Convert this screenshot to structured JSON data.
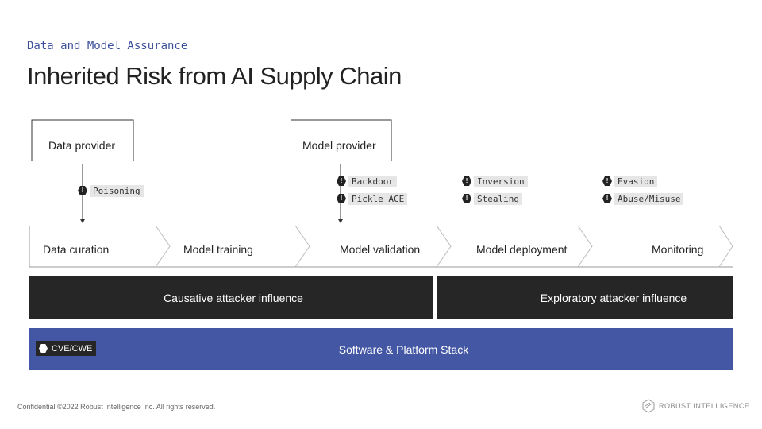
{
  "header": {
    "section": "Data and Model Assurance",
    "title": "Inherited Risk from AI Supply Chain"
  },
  "providers": [
    {
      "label": "Data provider"
    },
    {
      "label": "Model provider"
    }
  ],
  "threats": {
    "poisoning": "Poisoning",
    "backdoor": "Backdoor",
    "pickle": "Pickle ACE",
    "inversion": "Inversion",
    "stealing": "Stealing",
    "evasion": "Evasion",
    "abuse": "Abuse/Misuse",
    "cve": "CVE/CWE"
  },
  "stages": [
    "Data curation",
    "Model training",
    "Model validation",
    "Model deployment",
    "Monitoring"
  ],
  "bars": {
    "causative": "Causative attacker influence",
    "exploratory": "Exploratory attacker influence",
    "stack": "Software & Platform Stack"
  },
  "colors": {
    "dark": "#262626",
    "blue": "#4457a5",
    "accent": "#3a4f9a"
  },
  "footer": {
    "copyright": "Confidential ©2022 Robust Intelligence Inc. All rights reserved.",
    "brand": "ROBUST INTELLIGENCE"
  }
}
